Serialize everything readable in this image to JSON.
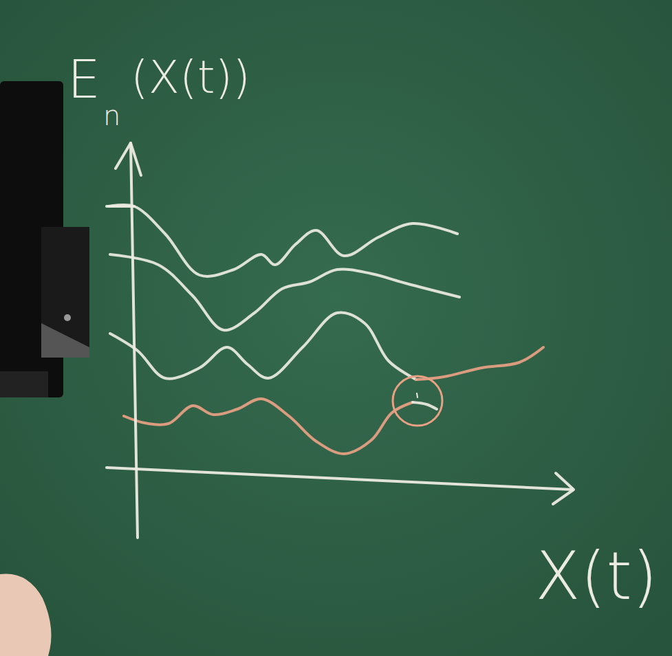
{
  "diagram": {
    "labels": [
      "E",
      "n",
      "(X(t))",
      "X(t)"
    ]
  }
}
